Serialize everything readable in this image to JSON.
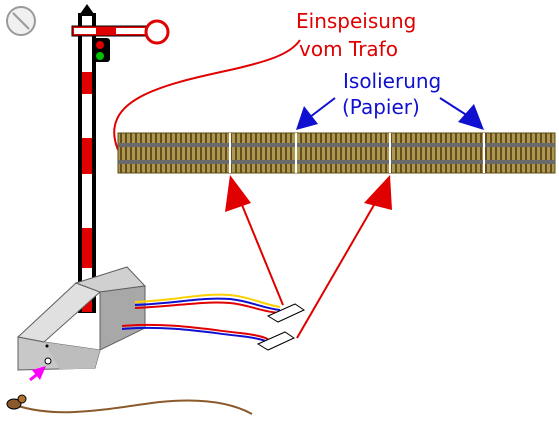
{
  "labels": {
    "feed_line1": "Einspeisung",
    "feed_line2": "vom Trafo",
    "insulation_line1": "Isolierung",
    "insulation_line2": "(Papier)"
  },
  "colors": {
    "feed_label": "#e00000",
    "insulation_label": "#1010d0",
    "arrow_red": "#e00000",
    "arrow_blue": "#1010d0",
    "rail": "#8a7a2a",
    "sleeper": "#6b4a1e",
    "signal_red": "#e00000",
    "base_gray": "#c8c8c8"
  },
  "icons": {
    "corner": "crossed-circle-icon"
  }
}
